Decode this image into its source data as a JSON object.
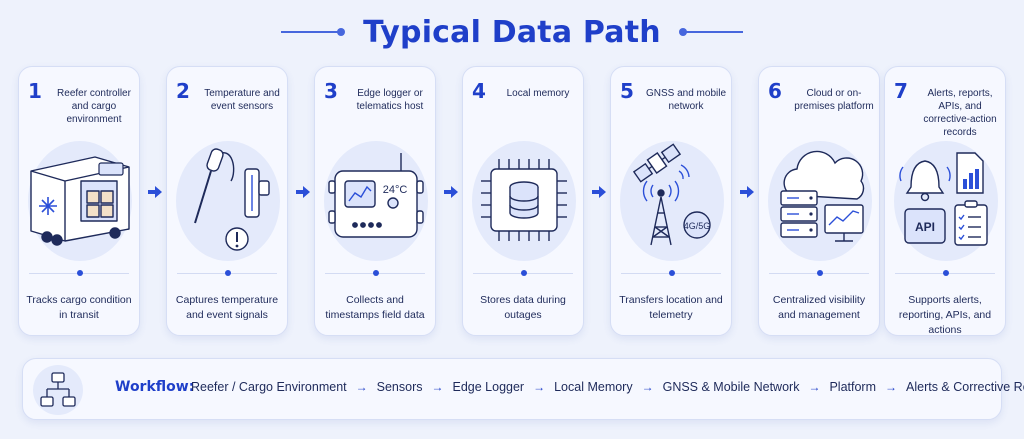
{
  "title": "Typical Data Path",
  "colors": {
    "accent": "#1f3fc9",
    "card": "#f6f8ff",
    "background": "#eef2fc"
  },
  "steps": [
    {
      "number": "1",
      "heading": "Reefer controller and cargo environment",
      "icon": "reefer-truck-icon",
      "description": "Tracks cargo condition in transit"
    },
    {
      "number": "2",
      "heading": "Temperature and event sensors",
      "icon": "sensor-probe-icon",
      "description": "Captures temperature and event signals"
    },
    {
      "number": "3",
      "heading": "Edge logger or telematics host",
      "icon": "edge-logger-icon",
      "display_value": "24°C",
      "description": "Collects and timestamps field data"
    },
    {
      "number": "4",
      "heading": "Local memory",
      "icon": "memory-chip-icon",
      "description": "Stores data during outages"
    },
    {
      "number": "5",
      "heading": "GNSS and mobile network",
      "icon": "satellite-tower-icon",
      "badge": "4G/5G",
      "description": "Transfers location and telemetry"
    },
    {
      "number": "6",
      "heading": "Cloud or on-premises platform",
      "icon": "cloud-server-icon",
      "description": "Centralized visibility and management"
    },
    {
      "number": "7",
      "heading": "Alerts, reports, APIs, and corrective-action records",
      "icon": "alerts-reports-icon",
      "badge": "API",
      "description": "Supports alerts, reporting, APIs, and actions"
    }
  ],
  "workflow": {
    "label": "Workflow:",
    "icon": "flowchart-icon",
    "items": [
      "Reefer / Cargo Environment",
      "Sensors",
      "Edge Logger",
      "Local Memory",
      "GNSS & Mobile Network",
      "Platform",
      "Alerts & Corrective Records"
    ],
    "separator": "→"
  }
}
